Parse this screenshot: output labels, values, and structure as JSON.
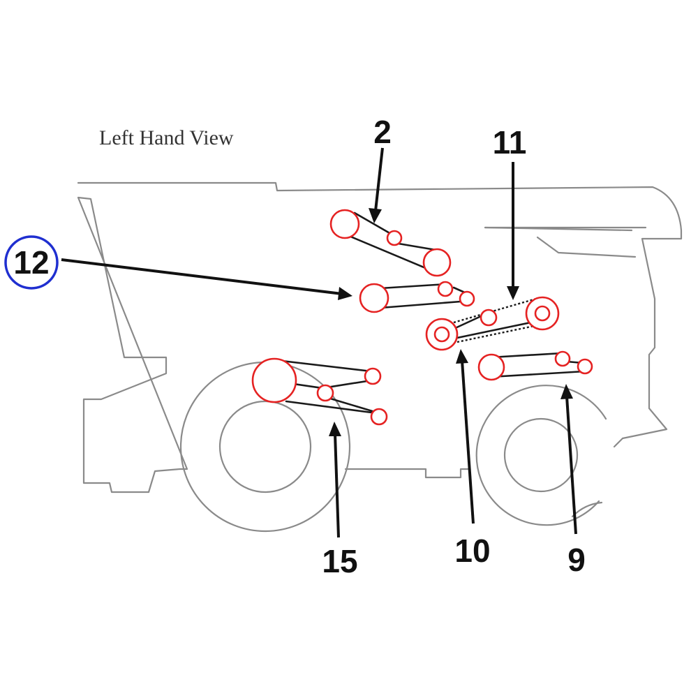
{
  "view_title": "Left Hand View",
  "callouts": {
    "c2": "2",
    "c11": "11",
    "c12": "12",
    "c15": "15",
    "c10": "10",
    "c9": "9"
  },
  "colors": {
    "outline": "#8a8a8a",
    "pulley": "#e52222",
    "belt": "#1a1a1a",
    "highlight": "#1f2fd0"
  },
  "highlighted_callout": "12"
}
